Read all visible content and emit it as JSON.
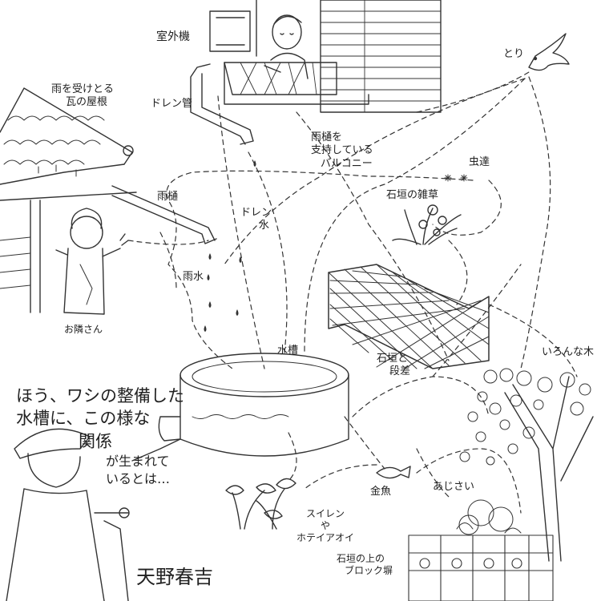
{
  "labels": {
    "outdoor_unit": "室外機",
    "drain_pipe": "ドレン管",
    "bird": "とり",
    "roof": [
      "雨を受けとる",
      "瓦の屋根"
    ],
    "balcony": [
      "雨樋を",
      "支持している",
      "バルコニー"
    ],
    "insects": "虫達",
    "gutter": "雨樋",
    "drain_water": [
      "ドレン",
      "水"
    ],
    "weeds": "石垣の雑草",
    "rainwater": "雨水",
    "neighbor": "お隣さん",
    "tank": "水槽",
    "stonewall_step": [
      "石垣と",
      "段差"
    ],
    "trees": "いろんな木",
    "fish": "金魚",
    "water_plants": [
      "スイレン",
      "や",
      "ホテイアオイ"
    ],
    "hydrangea": "あじさい",
    "block_wall": [
      "石垣の上の",
      "ブロック塀"
    ]
  },
  "speech": [
    "ほう、ワシの整備した",
    "水槽に、この様な",
    "関係",
    "が生まれて",
    "いるとは…"
  ],
  "signature": "天野春吉"
}
